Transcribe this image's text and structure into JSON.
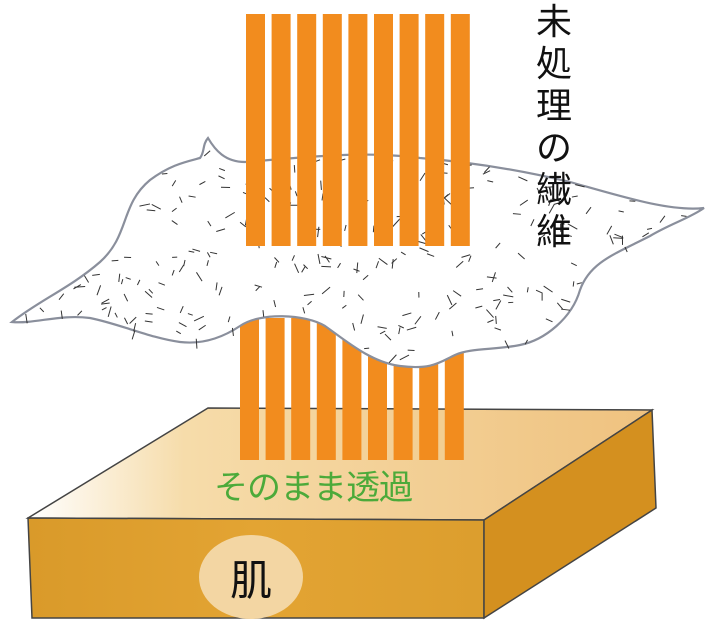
{
  "labels": {
    "fiber": [
      "未",
      "処",
      "理",
      "の",
      "繊",
      "維"
    ],
    "pass_through": "そのまま透過",
    "skin": "肌"
  },
  "colors": {
    "ray": "#f28c1e",
    "fabric_fill": "#ffffff",
    "fabric_outline": "#8a8f9c",
    "speckle": "#333333",
    "skin_top": "#f1c98a",
    "skin_front": "#e4a22f",
    "skin_side": "#d18d1c",
    "skin_badge": "#f3d7a4",
    "pass_text": "#4caa3a",
    "outline": "#444444"
  },
  "icons": {
    "fabric": "fabric-blob-icon",
    "skin": "skin-slab-icon",
    "rays": "uv-ray-icon"
  },
  "rays": {
    "count_top": 9,
    "count_bottom": 9
  }
}
